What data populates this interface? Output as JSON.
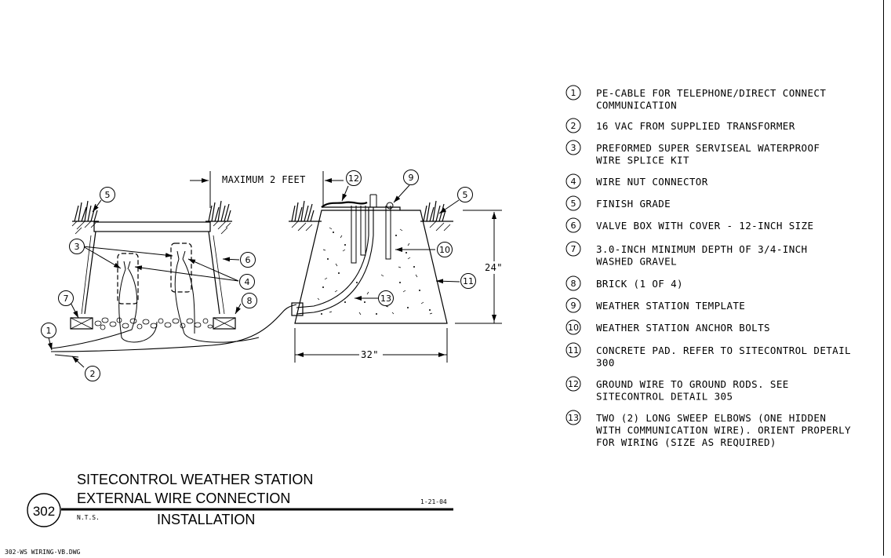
{
  "callout_numbers": [
    "1",
    "2",
    "3",
    "4",
    "5",
    "6",
    "7",
    "8",
    "9",
    "10",
    "11",
    "12",
    "13"
  ],
  "notes": [
    {
      "num": "1",
      "lines": [
        "PE-CABLE FOR TELEPHONE/DIRECT CONNECT",
        "COMMUNICATION"
      ]
    },
    {
      "num": "2",
      "lines": [
        "16 VAC FROM SUPPLIED TRANSFORMER"
      ]
    },
    {
      "num": "3",
      "lines": [
        "PREFORMED SUPER SERVISEAL WATERPROOF",
        "WIRE SPLICE KIT"
      ]
    },
    {
      "num": "4",
      "lines": [
        "WIRE NUT CONNECTOR"
      ]
    },
    {
      "num": "5",
      "lines": [
        "FINISH GRADE"
      ]
    },
    {
      "num": "6",
      "lines": [
        "VALVE BOX WITH COVER - 12-INCH SIZE"
      ]
    },
    {
      "num": "7",
      "lines": [
        "3.0-INCH MINIMUM DEPTH OF 3/4-INCH",
        "WASHED GRAVEL"
      ]
    },
    {
      "num": "8",
      "lines": [
        "BRICK (1 OF 4)"
      ]
    },
    {
      "num": "9",
      "lines": [
        "WEATHER STATION TEMPLATE"
      ]
    },
    {
      "num": "10",
      "lines": [
        "WEATHER STATION ANCHOR BOLTS"
      ]
    },
    {
      "num": "11",
      "lines": [
        "CONCRETE PAD. REFER TO SITECONTROL DETAIL",
        "300"
      ]
    },
    {
      "num": "12",
      "lines": [
        "GROUND WIRE TO GROUND RODS. SEE",
        "SITECONTROL DETAIL 305"
      ]
    },
    {
      "num": "13",
      "lines": [
        "TWO (2) LONG SWEEP ELBOWS (ONE HIDDEN",
        "WITH COMMUNICATION WIRE). ORIENT PROPERLY",
        "FOR WIRING (SIZE AS REQUIRED)"
      ]
    }
  ],
  "dimensions": {
    "max_distance": "MAXIMUM 2 FEET",
    "height": "24\"",
    "width": "32\""
  },
  "title_block": {
    "detail_number": "302",
    "title_line1": "SITECONTROL WEATHER STATION",
    "title_line2": "EXTERNAL WIRE CONNECTION",
    "title_line3": "INSTALLATION",
    "scale": "N.T.S.",
    "date": "1-21-04",
    "filename": "302-WS WIRING-VB.DWG"
  }
}
